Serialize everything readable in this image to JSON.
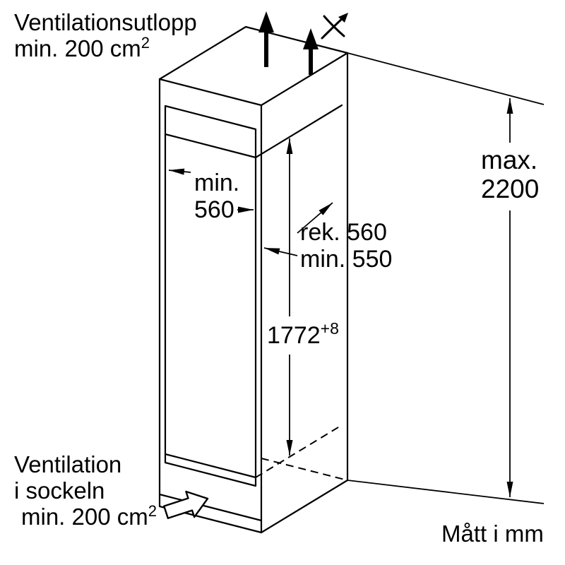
{
  "diagram": {
    "kind": "appliance-niche-installation-dimensions",
    "units_note": "Mått i mm"
  },
  "labels": {
    "vent_outlet": {
      "line1": "Ventilationsutlopp",
      "line2": "min. 200 cm",
      "sup": "2"
    },
    "vent_plinth": {
      "line1": "Ventilation",
      "line2": "i sockeln",
      "line3": "min. 200 cm",
      "sup": "2"
    },
    "max_height": {
      "line1": "max.",
      "line2": "2200"
    },
    "niche_width": {
      "line1": "min.",
      "line2": "560"
    },
    "niche_depth": {
      "line1": "rek. 560",
      "line2": "min. 550"
    },
    "niche_height": {
      "value": "1772",
      "tolerance": "+8"
    }
  },
  "icons": {
    "up_arrow": "filled-up-arrow",
    "fan": "airflow-rotor-symbol",
    "plinth_arrow": "hollow-arrow-up-right"
  },
  "colors": {
    "line": "#000000",
    "bg": "#ffffff"
  }
}
